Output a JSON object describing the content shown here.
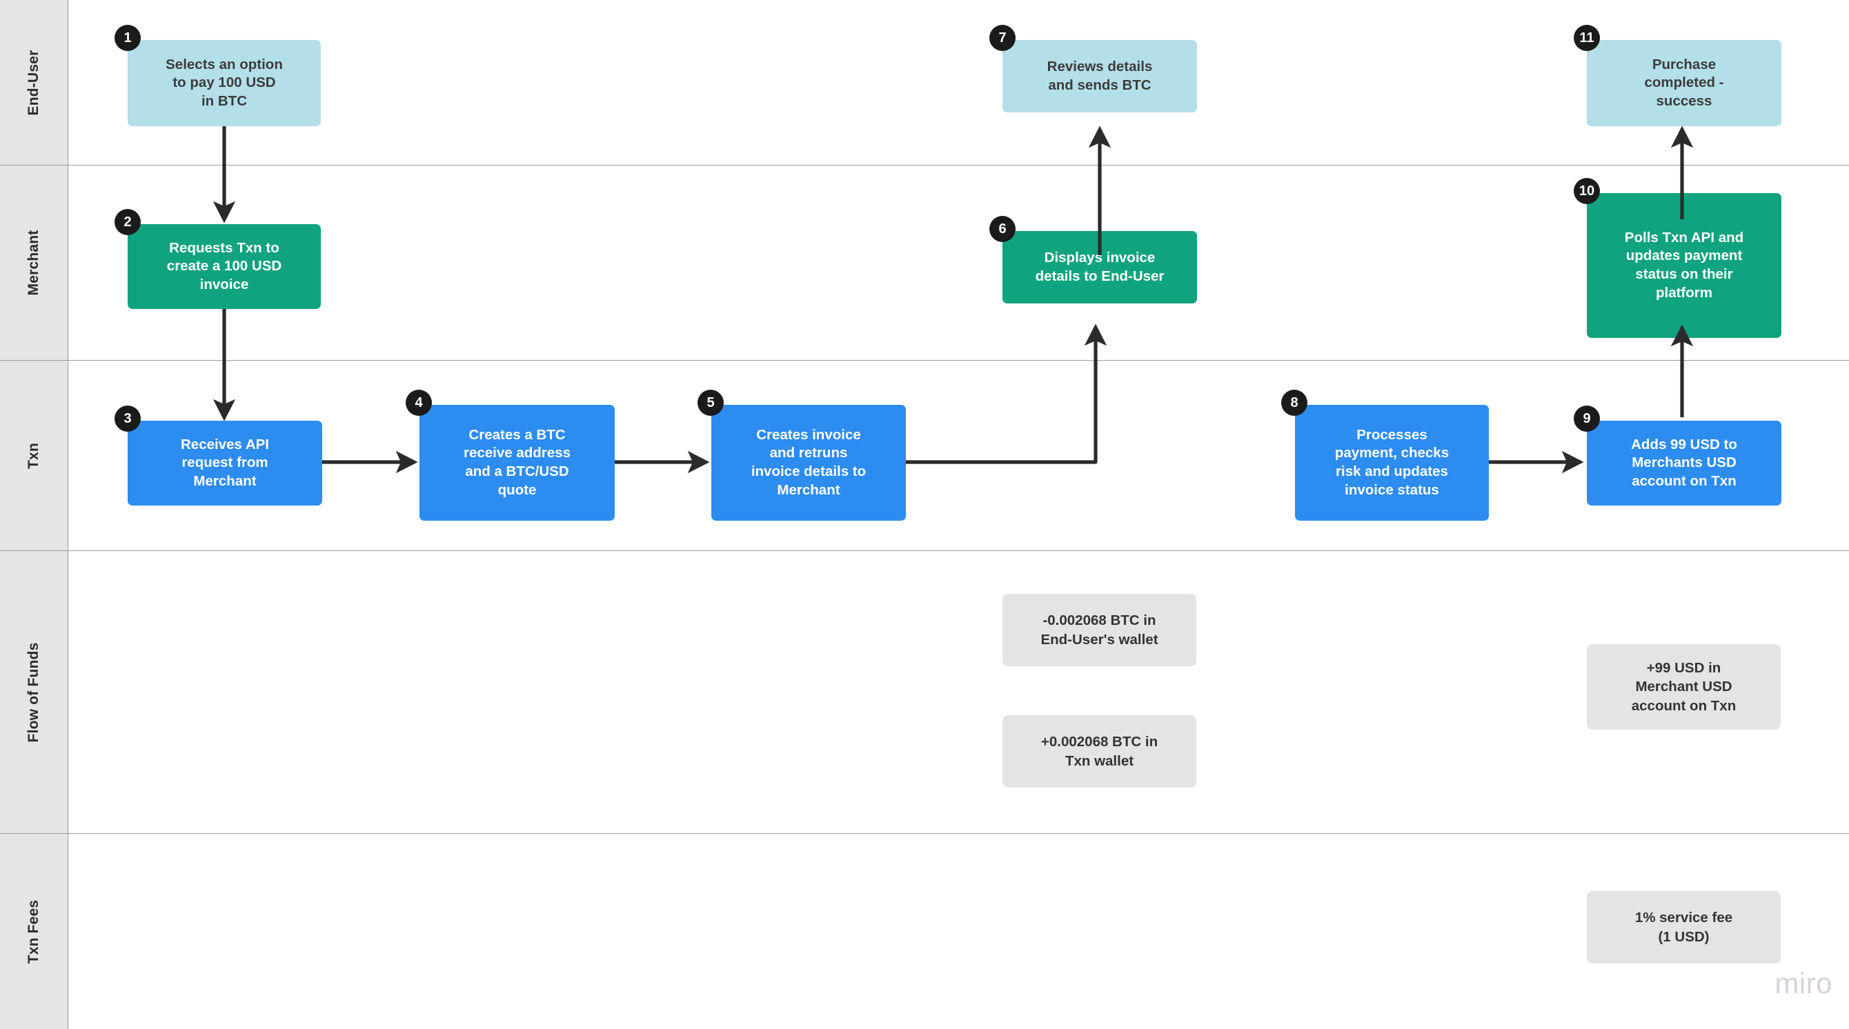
{
  "diagram": {
    "title": "BTC payment flow swimlane",
    "watermark": "miro",
    "colors": {
      "lane_header_bg": "#e5e5e5",
      "lane_border": "#9a9a9a",
      "end_user": "#b3dfe9",
      "merchant": "#10a37f",
      "txn": "#2d8cf0",
      "info_box": "#e4e4e4",
      "badge": "#1b1b1b",
      "arrow": "#2b2b2b",
      "canvas": "#ffffff"
    }
  },
  "lanes": [
    {
      "id": "end-user",
      "label": "End-User"
    },
    {
      "id": "merchant",
      "label": "Merchant"
    },
    {
      "id": "txn",
      "label": "Txn"
    },
    {
      "id": "flow-of-funds",
      "label": "Flow of Funds"
    },
    {
      "id": "txn-fees",
      "label": "Txn Fees"
    }
  ],
  "nodes": [
    {
      "num": "1",
      "lane": "end-user",
      "label": "Selects an option\nto pay 100 USD\nin BTC"
    },
    {
      "num": "2",
      "lane": "merchant",
      "label": "Requests Txn to\ncreate a 100 USD\ninvoice"
    },
    {
      "num": "3",
      "lane": "txn",
      "label": "Receives API\nrequest from\nMerchant"
    },
    {
      "num": "4",
      "lane": "txn",
      "label": "Creates a BTC\nreceive address\nand a BTC/USD\nquote"
    },
    {
      "num": "5",
      "lane": "txn",
      "label": "Creates invoice\nand retruns\ninvoice details to\nMerchant"
    },
    {
      "num": "6",
      "lane": "merchant",
      "label": "Displays invoice\ndetails to End-User"
    },
    {
      "num": "7",
      "lane": "end-user",
      "label": "Reviews details\nand sends BTC"
    },
    {
      "num": "8",
      "lane": "txn",
      "label": "Processes\npayment, checks\nrisk and updates\ninvoice status"
    },
    {
      "num": "9",
      "lane": "txn",
      "label": "Adds 99 USD to\nMerchants USD\naccount on Txn"
    },
    {
      "num": "10",
      "lane": "merchant",
      "label": "Polls Txn API and\nupdates payment\nstatus on their\nplatform"
    },
    {
      "num": "11",
      "lane": "end-user",
      "label": "Purchase\ncompleted -\nsuccess"
    }
  ],
  "info_boxes": [
    {
      "id": "funds-end-user",
      "lane": "flow-of-funds",
      "label": "-0.002068 BTC in\nEnd-User's wallet"
    },
    {
      "id": "funds-txn",
      "lane": "flow-of-funds",
      "label": "+0.002068 BTC in\nTxn wallet"
    },
    {
      "id": "funds-merchant",
      "lane": "flow-of-funds",
      "label": "+99 USD in\nMerchant USD\naccount on Txn"
    },
    {
      "id": "fee-service",
      "lane": "txn-fees",
      "label": "1% service fee\n(1 USD)"
    }
  ]
}
